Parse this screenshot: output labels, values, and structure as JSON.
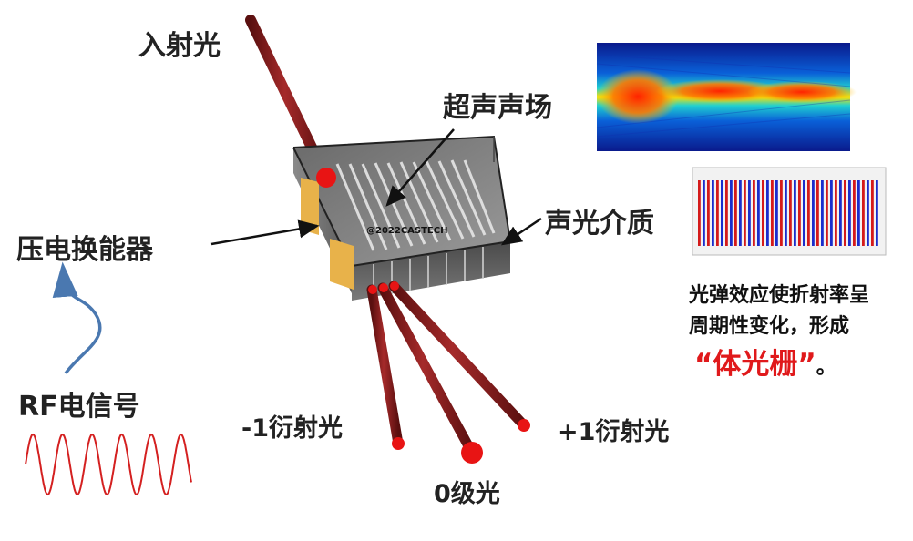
{
  "labels": {
    "incident_light": "入射光",
    "ultrasonic_field": "超声声场",
    "transducer": "压电换能器",
    "medium": "声光介质",
    "rf_signal": "RF电信号",
    "minus_first_order": "-1衍射光",
    "zero_order": "0级光",
    "plus_first_order": "+1衍射光"
  },
  "note": {
    "line1": "光弹效应使折射率呈",
    "line2": "周期性变化，形成",
    "grating_open": "“",
    "grating_word": "体光栅",
    "grating_close": "”",
    "grating_end": "。"
  },
  "watermark": "@2022CASTECH",
  "colors": {
    "beam": "#8b1a1a",
    "beam_dot": "#e81414",
    "rf_wave": "#d42020",
    "arrow_blue": "#4a78b0",
    "grating_red": "#e0191b",
    "transducer": "#e8b24a"
  },
  "icons": {
    "rf_arrow": "curved-up-arrow-icon",
    "sine_wave": "sine-wave-icon"
  }
}
